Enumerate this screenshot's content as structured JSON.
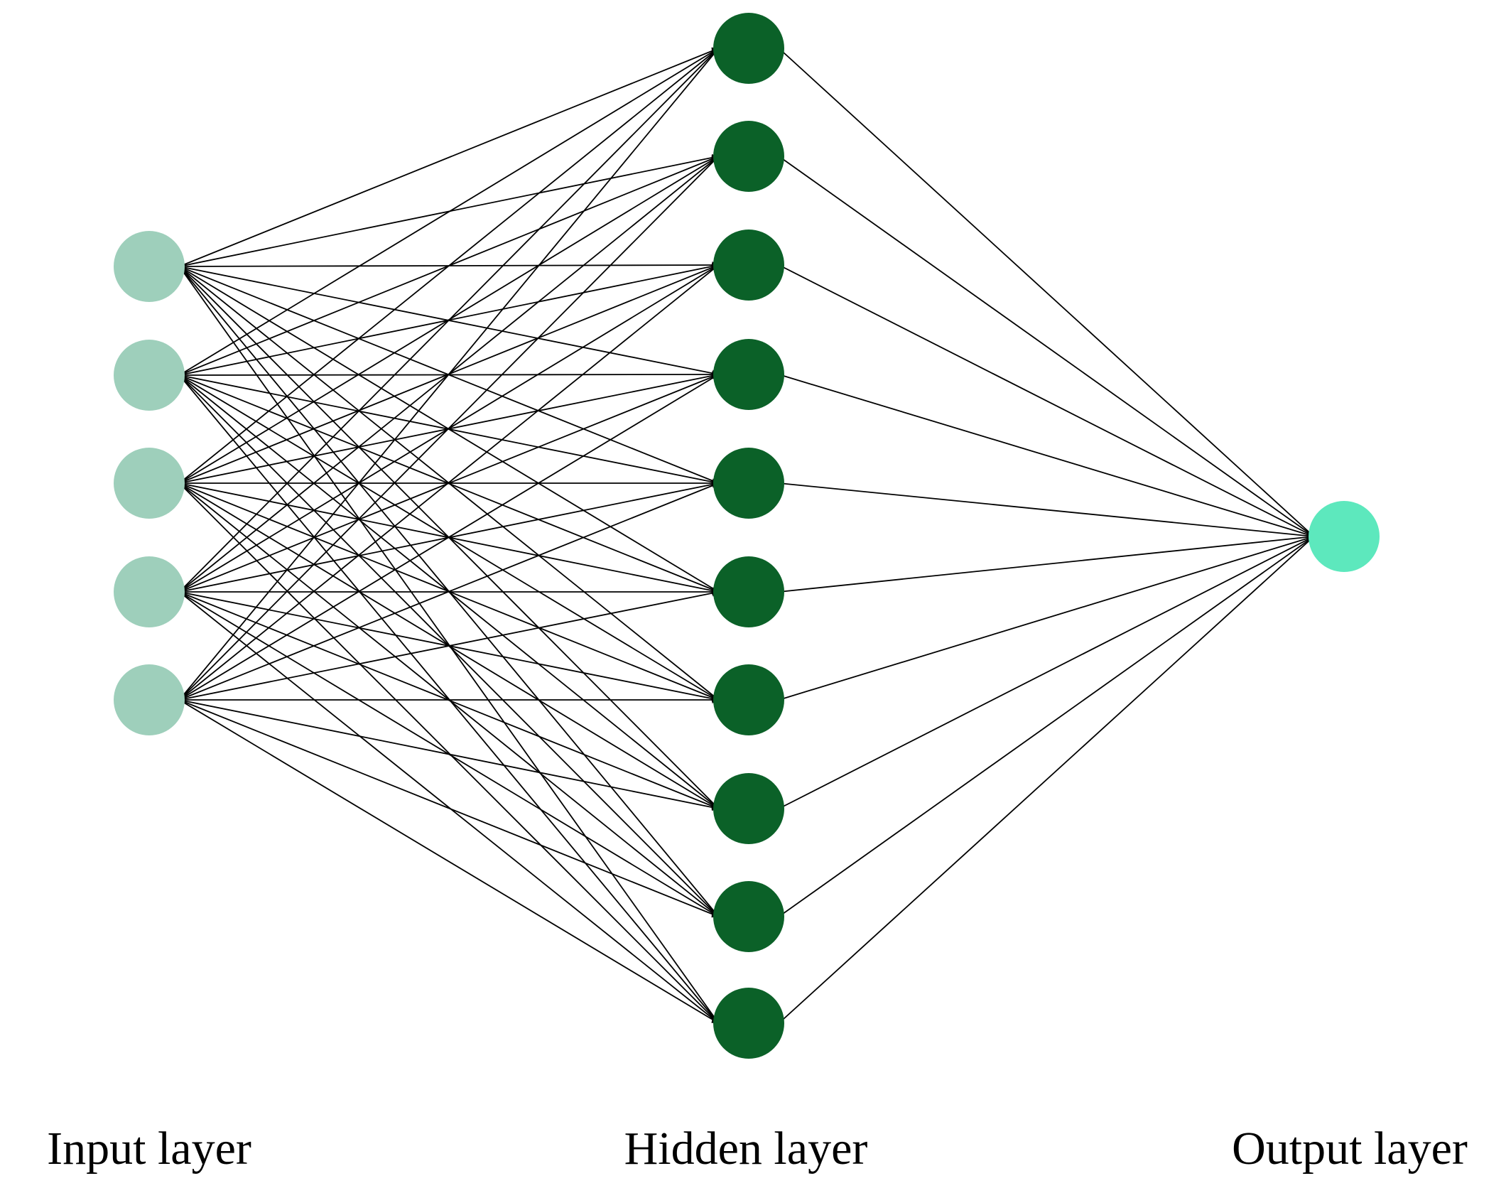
{
  "diagram": {
    "layers": [
      {
        "label": "Input layer",
        "neurons": 5,
        "color": "#9ecfbb"
      },
      {
        "label": "Hidden layer",
        "neurons": 10,
        "color": "#0b6128"
      },
      {
        "label": "Output layer",
        "neurons": 1,
        "color": "#5de8bd"
      }
    ],
    "connections": "fully-connected",
    "edge_color": "#000000"
  }
}
